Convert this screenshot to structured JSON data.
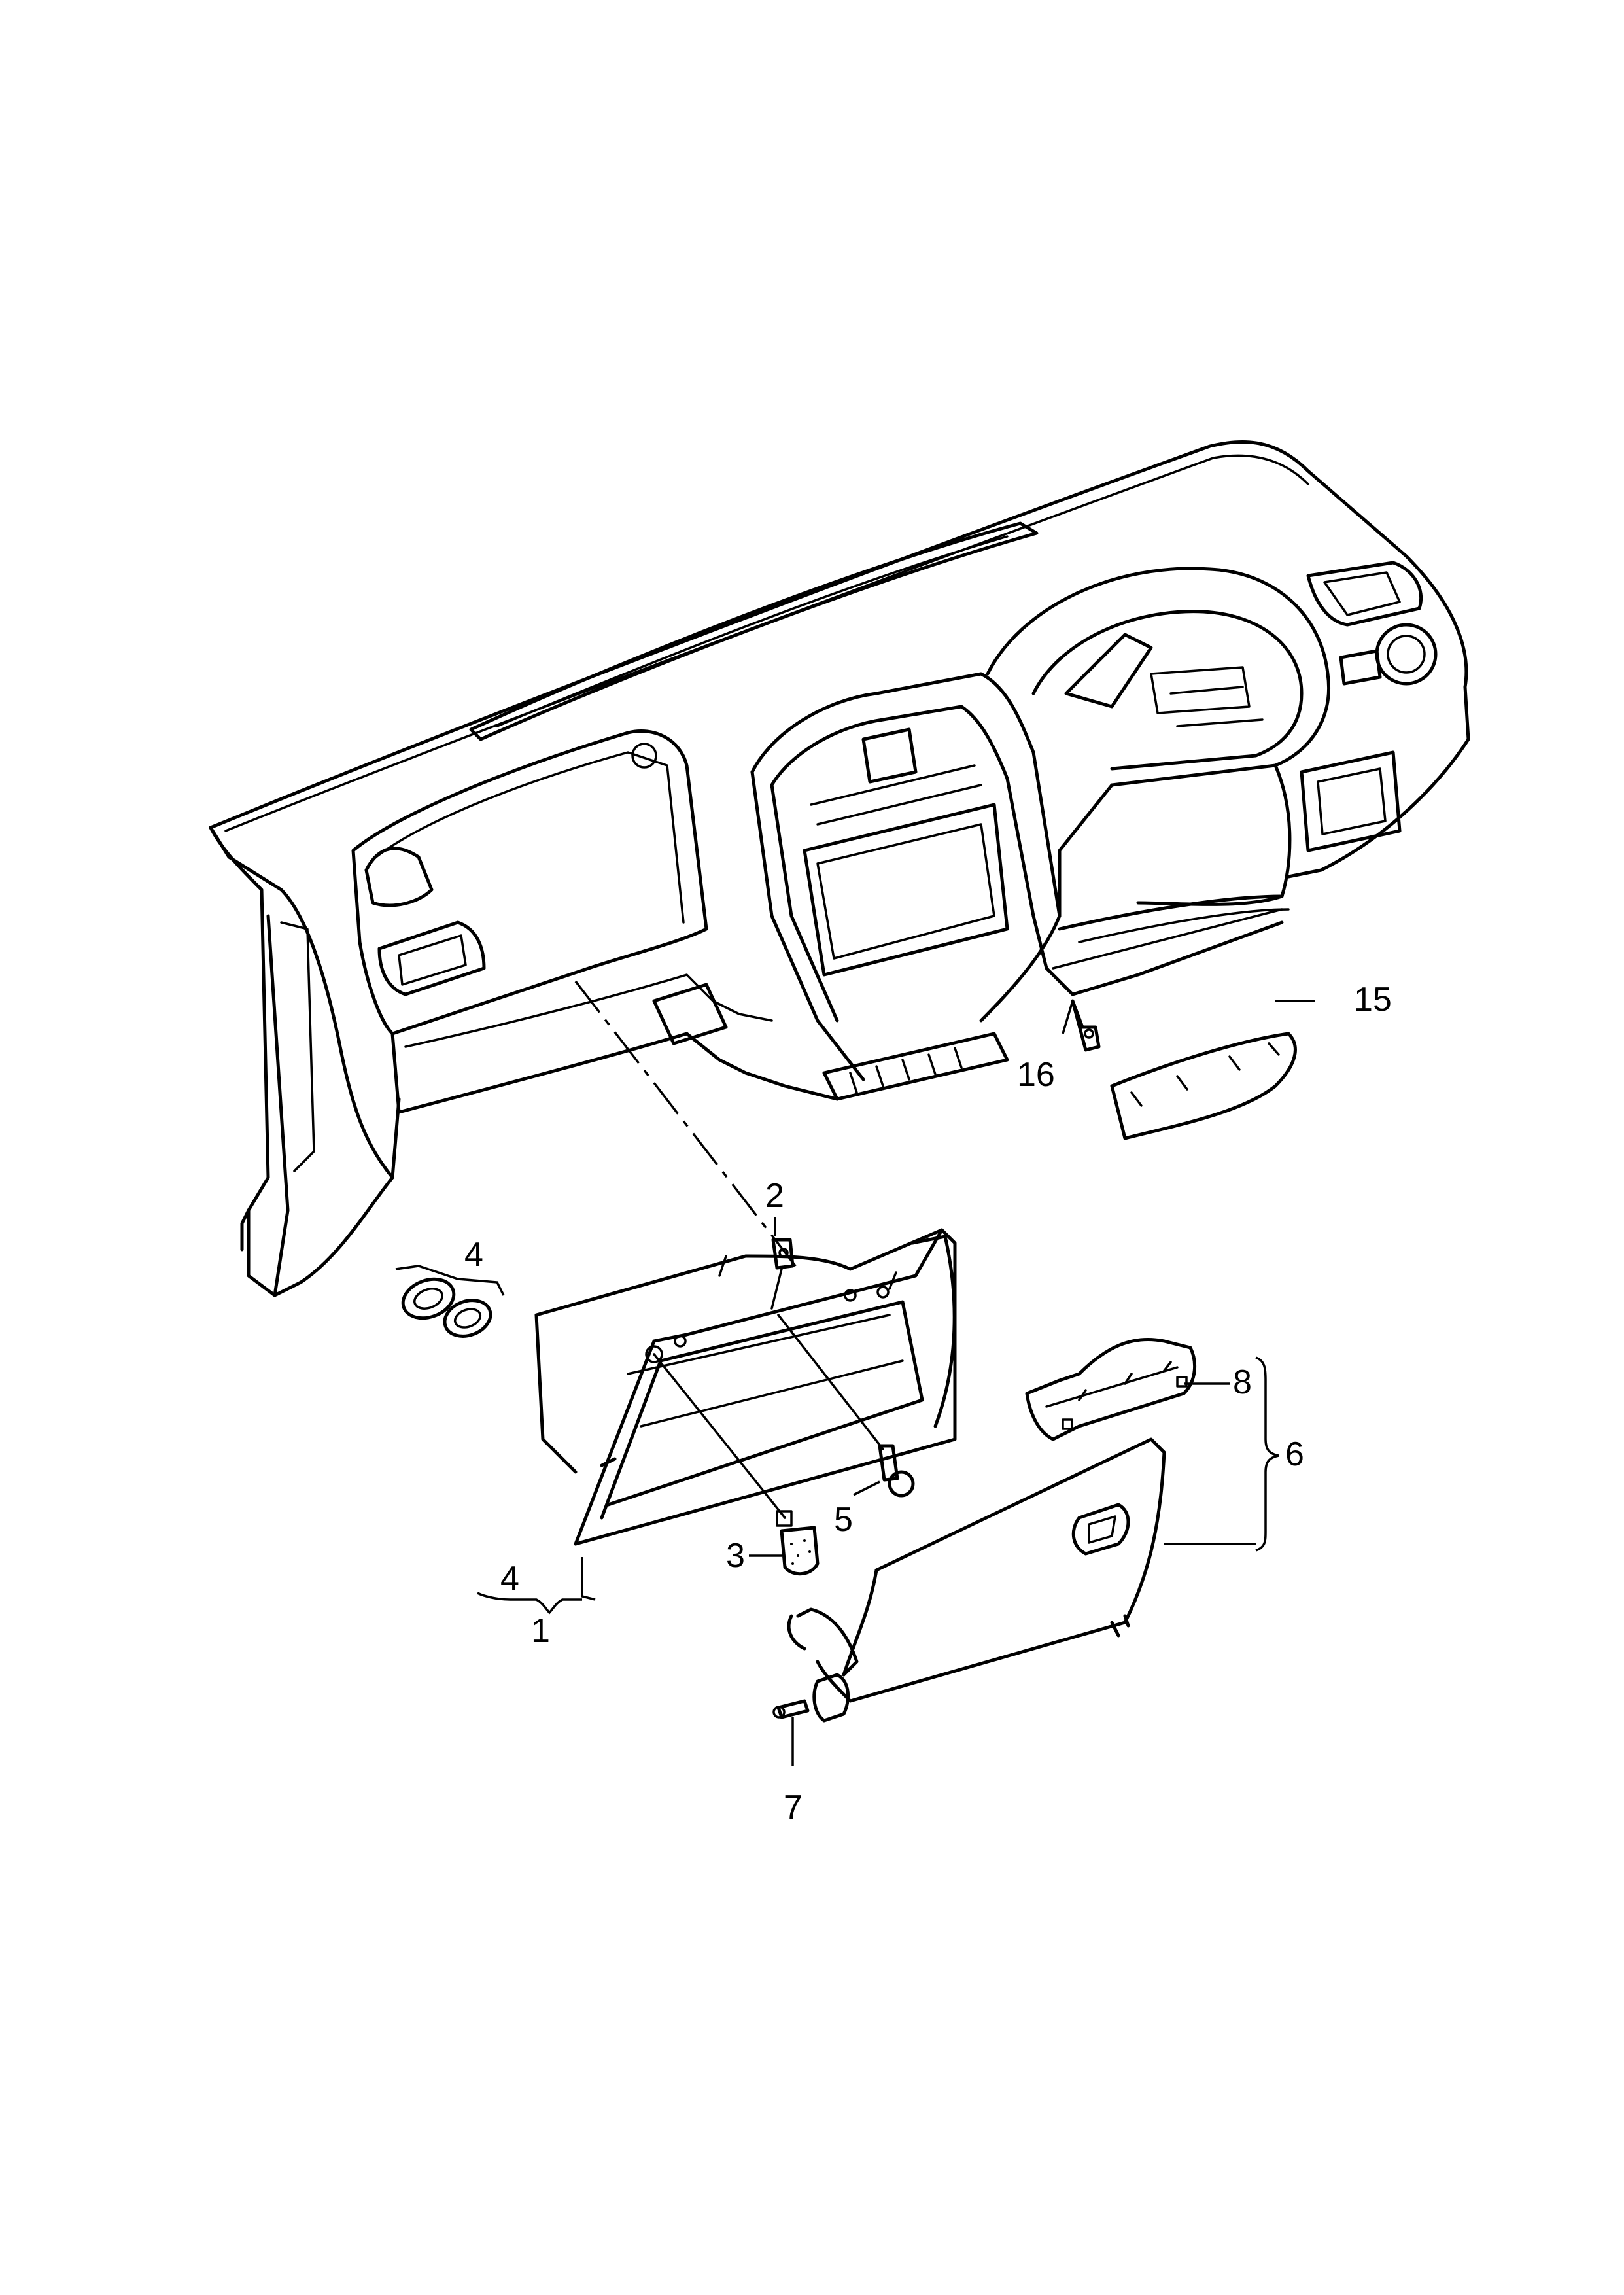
{
  "callouts": {
    "c1": "1",
    "c2": "2",
    "c3": "3",
    "c4a": "4",
    "c4b": "4",
    "c5": "5",
    "c6": "6",
    "c7": "7",
    "c8": "8",
    "c15": "15",
    "c16": "16"
  }
}
